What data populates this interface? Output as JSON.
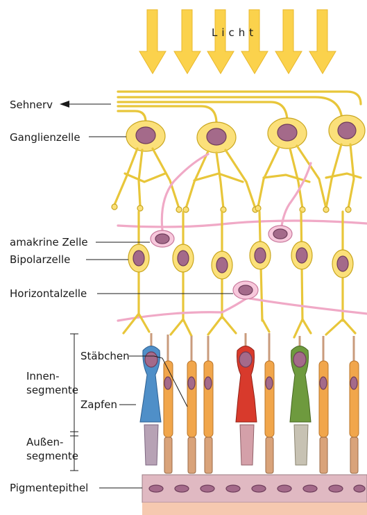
{
  "light_label": "Licht",
  "labels": {
    "optic_nerve": "Sehnerv",
    "ganglion_cell": "Ganglienzelle",
    "amacrine_cell": "amakrine Zelle",
    "bipolar_cell": "Bipolarzelle",
    "horizontal_cell": "Horizontalzelle",
    "rods": "Stäbchen",
    "inner_segments": "Innen-\nsegmente",
    "cones": "Zapfen",
    "outer_segments": "Außen-\nsegmente",
    "pigment_epithelium": "Pigmentepithel"
  },
  "colors": {
    "light_arrows": "#fbd24c",
    "ganglion_bipolar": "#fbe07a",
    "amacrine_horizontal": "#f7c8dc",
    "nucleus": "#a46a8a",
    "rods": "#f1a64b",
    "cone_blue": "#4f8fc8",
    "cone_red": "#d83a2c",
    "cone_green": "#6e9a3e",
    "pigment_epithelium": "#e0b9c2"
  }
}
